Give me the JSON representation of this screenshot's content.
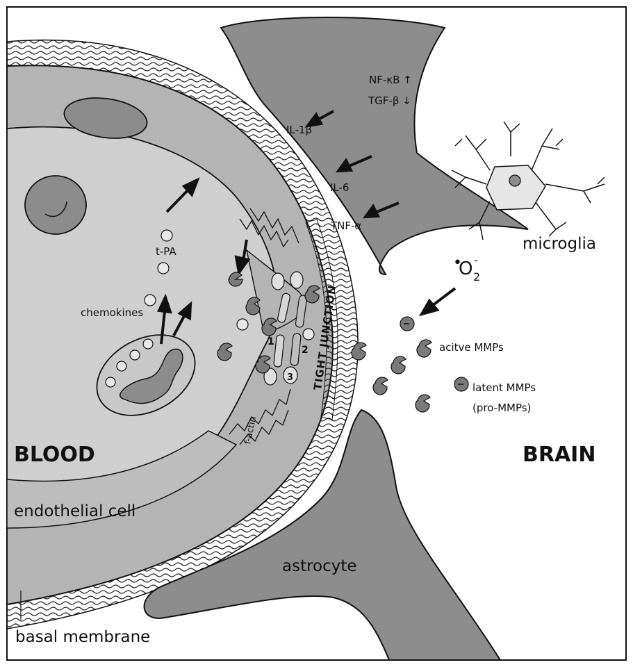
{
  "labels": {
    "blood": "BLOOD",
    "brain": "BRAIN",
    "endothelial_cell": "endothelial cell",
    "basal_membrane": "basal membrane",
    "astrocyte": "astrocyte",
    "microglia": "microglia",
    "tight_junction": "TIGHT JUNCTION",
    "t_pa": "t-PA",
    "chemokines": "chemokines",
    "f_actin": "f-actin",
    "active_mmps": "acitve MMPs",
    "latent_mmps": "latent MMPs",
    "pro_mmps": "(pro-MMPs)",
    "nf_kb": "NF-κB ↑",
    "tgf_b": "TGF-β ↓",
    "il_1b": "IL-1β",
    "il_6": "IL-6",
    "tnf_a": "TNF-α",
    "superoxide_main": "O",
    "superoxide_dot": "•",
    "superoxide_sup": "-",
    "superoxide_sub": "2",
    "junction_1": "1",
    "junction_2": "2",
    "junction_3": "3"
  },
  "colors": {
    "nucleus": "#8c8c8c",
    "cytoplasm_light": "#cfcfcf",
    "cytoplasm_mid": "#b4b4b4",
    "glia": "#8d8d8d",
    "outline": "#111111",
    "vesicle": "#e8e8e8",
    "mmp": "#7a7a7a"
  }
}
